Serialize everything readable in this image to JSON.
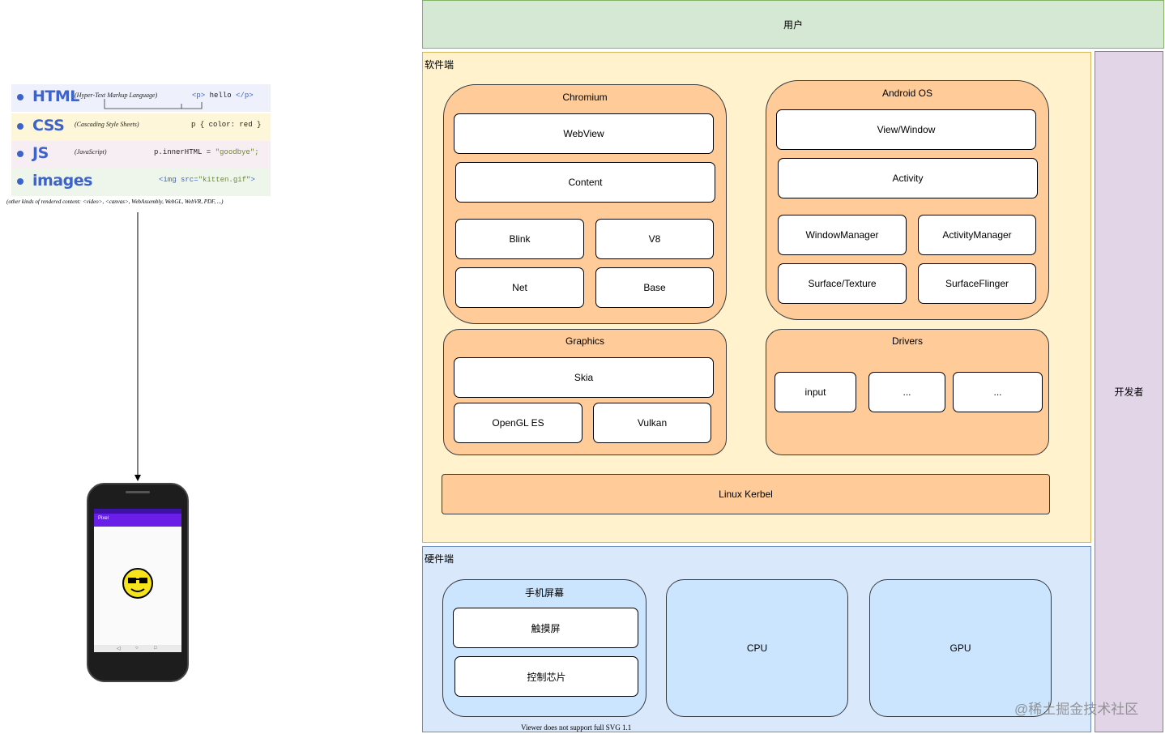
{
  "web": {
    "rows": [
      {
        "big": "HTML",
        "desc": "(Hyper-Text Markup Language)",
        "code_a": "<p>",
        "code_b": " hello ",
        "code_c": "</p>"
      },
      {
        "big": "CSS",
        "desc": "(Cascading Style Sheets)",
        "code_a": "p { color: red }"
      },
      {
        "big": "JS",
        "desc": "(JavaScript)",
        "code_a": "p.innerHTML = ",
        "code_b": "\"goodbye\";"
      },
      {
        "big": "images",
        "code_a": "<img src=",
        "code_b": "\"kitten.gif\"",
        "code_c": ">"
      }
    ],
    "footnote": "(other kinds of rendered content: <video>, <canvas>, WebAssembly, WebGL, WebVR, PDF, ...)"
  },
  "phone": {
    "app_title": "Pixel"
  },
  "diagram": {
    "user": "用户",
    "developer": "开发者",
    "software": {
      "label": "软件端",
      "chromium": {
        "title": "Chromium",
        "webview": "WebView",
        "content": "Content",
        "blink": "Blink",
        "v8": "V8",
        "net": "Net",
        "base": "Base"
      },
      "android": {
        "title": "Android OS",
        "view_window": "View/Window",
        "activity": "Activity",
        "window_manager": "WindowManager",
        "activity_manager": "ActivityManager",
        "surface_texture": "Surface/Texture",
        "surface_flinger": "SurfaceFlinger"
      },
      "graphics": {
        "title": "Graphics",
        "skia": "Skia",
        "opengl": "OpenGL ES",
        "vulkan": "Vulkan"
      },
      "drivers": {
        "title": "Drivers",
        "input": "input",
        "more1": "...",
        "more2": "..."
      },
      "linux": "Linux Kerbel"
    },
    "hardware": {
      "label": "硬件端",
      "screen": {
        "title": "手机屏幕",
        "touch": "触摸屏",
        "control": "控制芯片"
      },
      "cpu": "CPU",
      "gpu": "GPU"
    },
    "svg_notice": "Viewer does not support full SVG 1.1"
  },
  "watermark": "@稀土掘金技术社区",
  "colors": {
    "user_fill": "#d5e8d4",
    "software_fill": "#fff2cc",
    "hardware_fill": "#dae8fc",
    "developer_fill": "#e1d5e7",
    "group_fill": "#ffcc99",
    "hw_box_fill": "#cce5ff",
    "web_blue": "#3d63c9"
  }
}
